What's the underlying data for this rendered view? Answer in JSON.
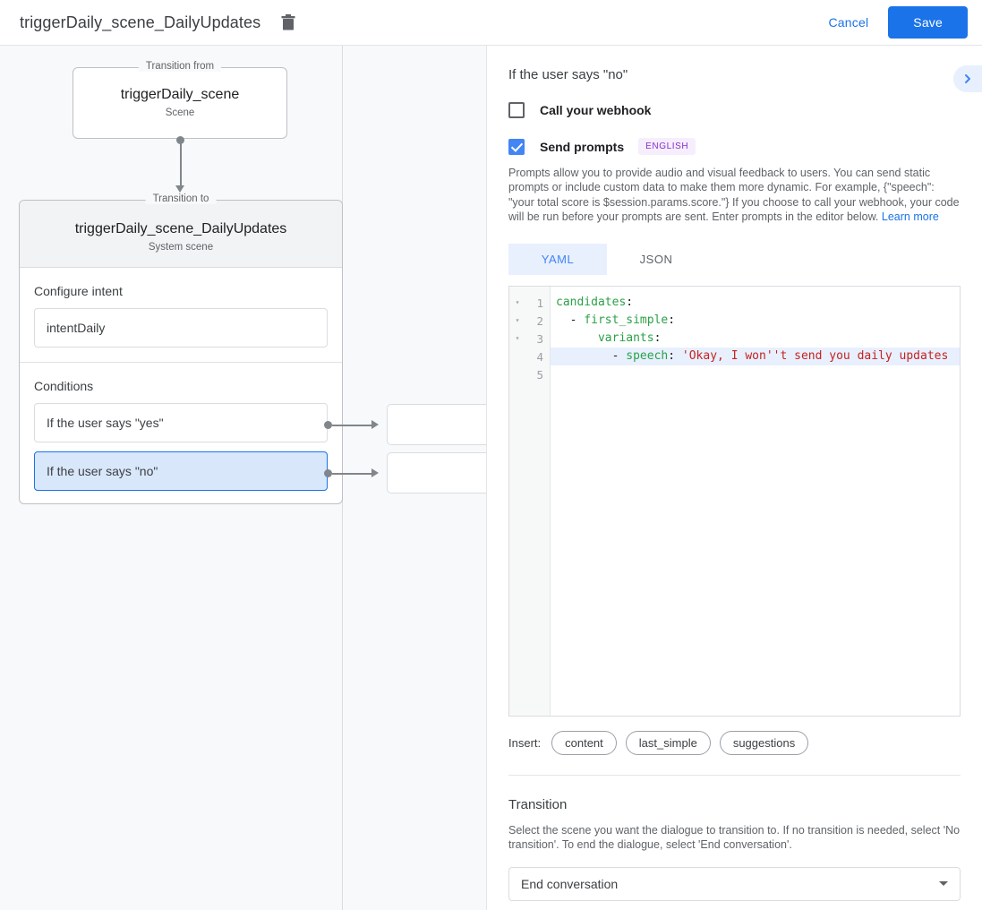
{
  "topbar": {
    "title": "triggerDaily_scene_DailyUpdates",
    "delete_icon": "trash-icon",
    "cancel_label": "Cancel",
    "save_label": "Save",
    "accent_color": "#1a73e8"
  },
  "canvas": {
    "from_node": {
      "legend": "Transition from",
      "title": "triggerDaily_scene",
      "subtitle": "Scene"
    },
    "to_node": {
      "legend": "Transition to",
      "title": "triggerDaily_scene_DailyUpdates",
      "subtitle": "System scene",
      "intent_section_label": "Configure intent",
      "intent_value": "intentDaily",
      "conditions_label": "Conditions",
      "conditions": [
        {
          "label": "If the user says \"yes\"",
          "selected": false
        },
        {
          "label": "If the user says \"no\"",
          "selected": true
        }
      ]
    }
  },
  "panel": {
    "title": "If the user says \"no\"",
    "expand_icon": "chevron-right-icon",
    "webhook": {
      "label": "Call your webhook",
      "checked": false
    },
    "prompts": {
      "label": "Send prompts",
      "checked": true,
      "badge": "ENGLISH",
      "badge_color": "#8430ce",
      "help_text": "Prompts allow you to provide audio and visual feedback to users. You can send static prompts or include custom data to make them more dynamic. For example, {\"speech\": \"your total score is $session.params.score.\"} If you choose to call your webhook, your code will be run before your prompts are sent. Enter prompts in the editor below.",
      "help_link": "Learn more"
    },
    "editor": {
      "tabs": [
        {
          "label": "YAML",
          "active": true
        },
        {
          "label": "JSON",
          "active": false
        }
      ],
      "lines": [
        {
          "num": "1",
          "fold": "▾",
          "highlight": false,
          "segments": [
            {
              "t": "candidates",
              "c": "k"
            },
            {
              "t": ":",
              "c": "p"
            }
          ]
        },
        {
          "num": "2",
          "fold": "▾",
          "highlight": false,
          "segments": [
            {
              "t": "  - ",
              "c": "p"
            },
            {
              "t": "first_simple",
              "c": "k"
            },
            {
              "t": ":",
              "c": "p"
            }
          ]
        },
        {
          "num": "3",
          "fold": "▾",
          "highlight": false,
          "segments": [
            {
              "t": "      ",
              "c": "p"
            },
            {
              "t": "variants",
              "c": "k"
            },
            {
              "t": ":",
              "c": "p"
            }
          ]
        },
        {
          "num": "4",
          "fold": "",
          "highlight": true,
          "segments": [
            {
              "t": "        - ",
              "c": "p"
            },
            {
              "t": "speech",
              "c": "k"
            },
            {
              "t": ": ",
              "c": "p"
            },
            {
              "t": "'Okay, I won''t send you daily updates",
              "c": "s"
            }
          ]
        },
        {
          "num": "5",
          "fold": "",
          "highlight": false,
          "segments": []
        }
      ],
      "insert_label": "Insert:",
      "insert_chips": [
        "content",
        "last_simple",
        "suggestions"
      ]
    },
    "transition": {
      "title": "Transition",
      "description": "Select the scene you want the dialogue to transition to. If no transition is needed, select 'No transition'. To end the dialogue, select 'End conversation'.",
      "selected": "End conversation"
    }
  }
}
